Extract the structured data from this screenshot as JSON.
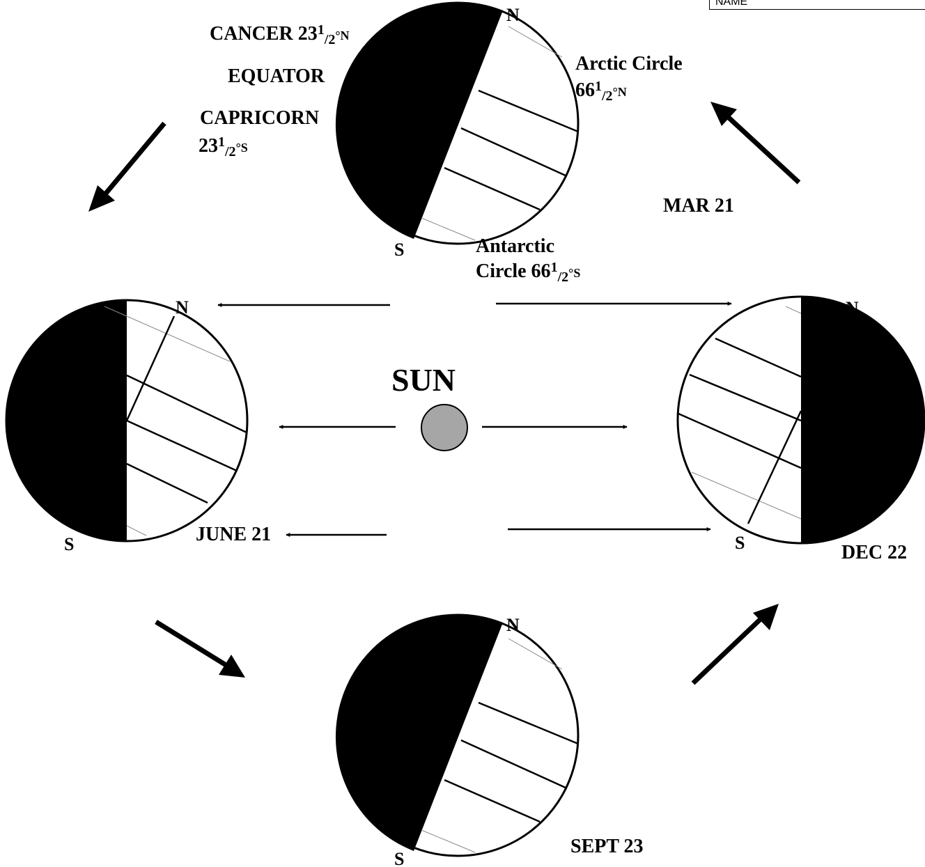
{
  "name_field": {
    "label": "NAME"
  },
  "sun": {
    "label": "SUN",
    "fill": "#a6a6a6"
  },
  "earth": {
    "night_color": "#000000",
    "day_color": "#ffffff"
  },
  "pole_labels": {
    "north": "N",
    "south": "S"
  },
  "dates": {
    "mar": "MAR 21",
    "june": "JUNE 21",
    "sept": "SEPT 23",
    "dec": "DEC 22"
  },
  "latitude_labels": {
    "cancer": {
      "name": "CANCER 23",
      "sup": "1",
      "sub": "/2",
      "deg": "°N"
    },
    "equator": "EQUATOR",
    "capricorn_line1": "CAPRICORN",
    "capricorn": {
      "num": "23",
      "sup": "1",
      "sub": "/2",
      "deg": "°S"
    },
    "arctic_line1": "Arctic Circle",
    "arctic": {
      "num": "66",
      "sup": "1",
      "sub": "/2",
      "deg": "°N"
    },
    "antarctic_line1": "Antarctic",
    "antarctic": {
      "name": "Circle 66",
      "sup": "1",
      "sub": "/2",
      "deg": "°S"
    }
  }
}
